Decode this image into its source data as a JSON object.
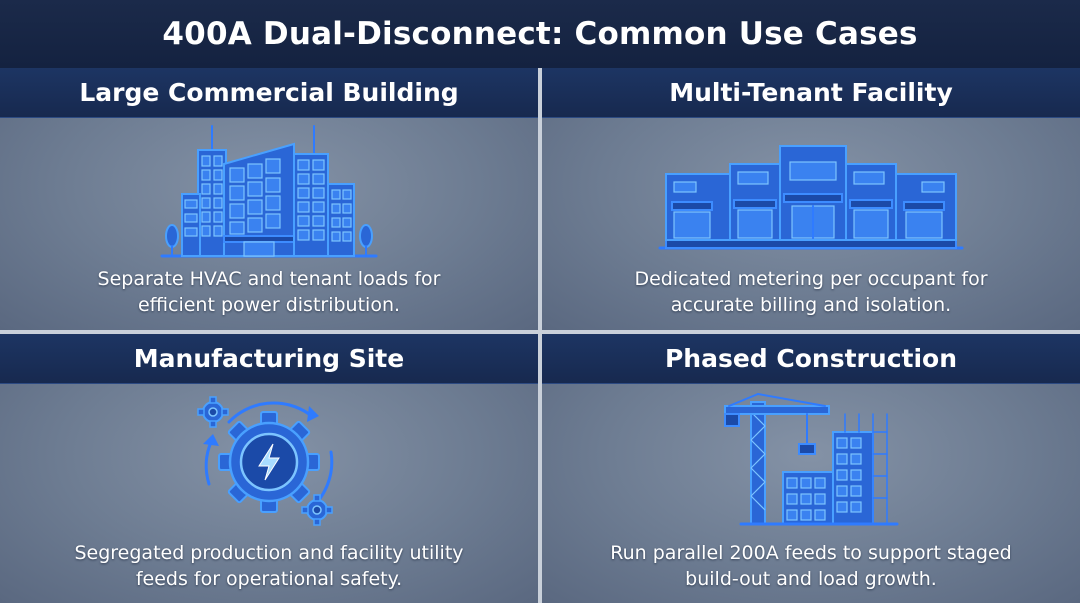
{
  "title": "400A Dual-Disconnect: Common Use Cases",
  "panels": [
    {
      "heading": "Large Commercial Building",
      "icon": "commercial-building-icon",
      "desc_line1": "Separate HVAC and tenant loads for",
      "desc_line2": "efficient power distribution."
    },
    {
      "heading": "Multi-Tenant Facility",
      "icon": "storefront-icon",
      "desc_line1": "Dedicated metering per occupant for",
      "desc_line2": "accurate billing and isolation."
    },
    {
      "heading": "Manufacturing Site",
      "icon": "gear-lightning-icon",
      "desc_line1": "Segregated production and facility utility",
      "desc_line2": "feeds for operational safety."
    },
    {
      "heading": "Phased Construction",
      "icon": "construction-crane-icon",
      "desc_line1": "Run parallel 200A feeds to support staged",
      "desc_line2": "build-out and load growth."
    }
  ],
  "colors": {
    "title_bg": "#1b2a4a",
    "header_bg": "#1d3563",
    "panel_bg": "#7a889d",
    "icon_blue": "#2f7bff",
    "divider": "#c9d0da"
  }
}
